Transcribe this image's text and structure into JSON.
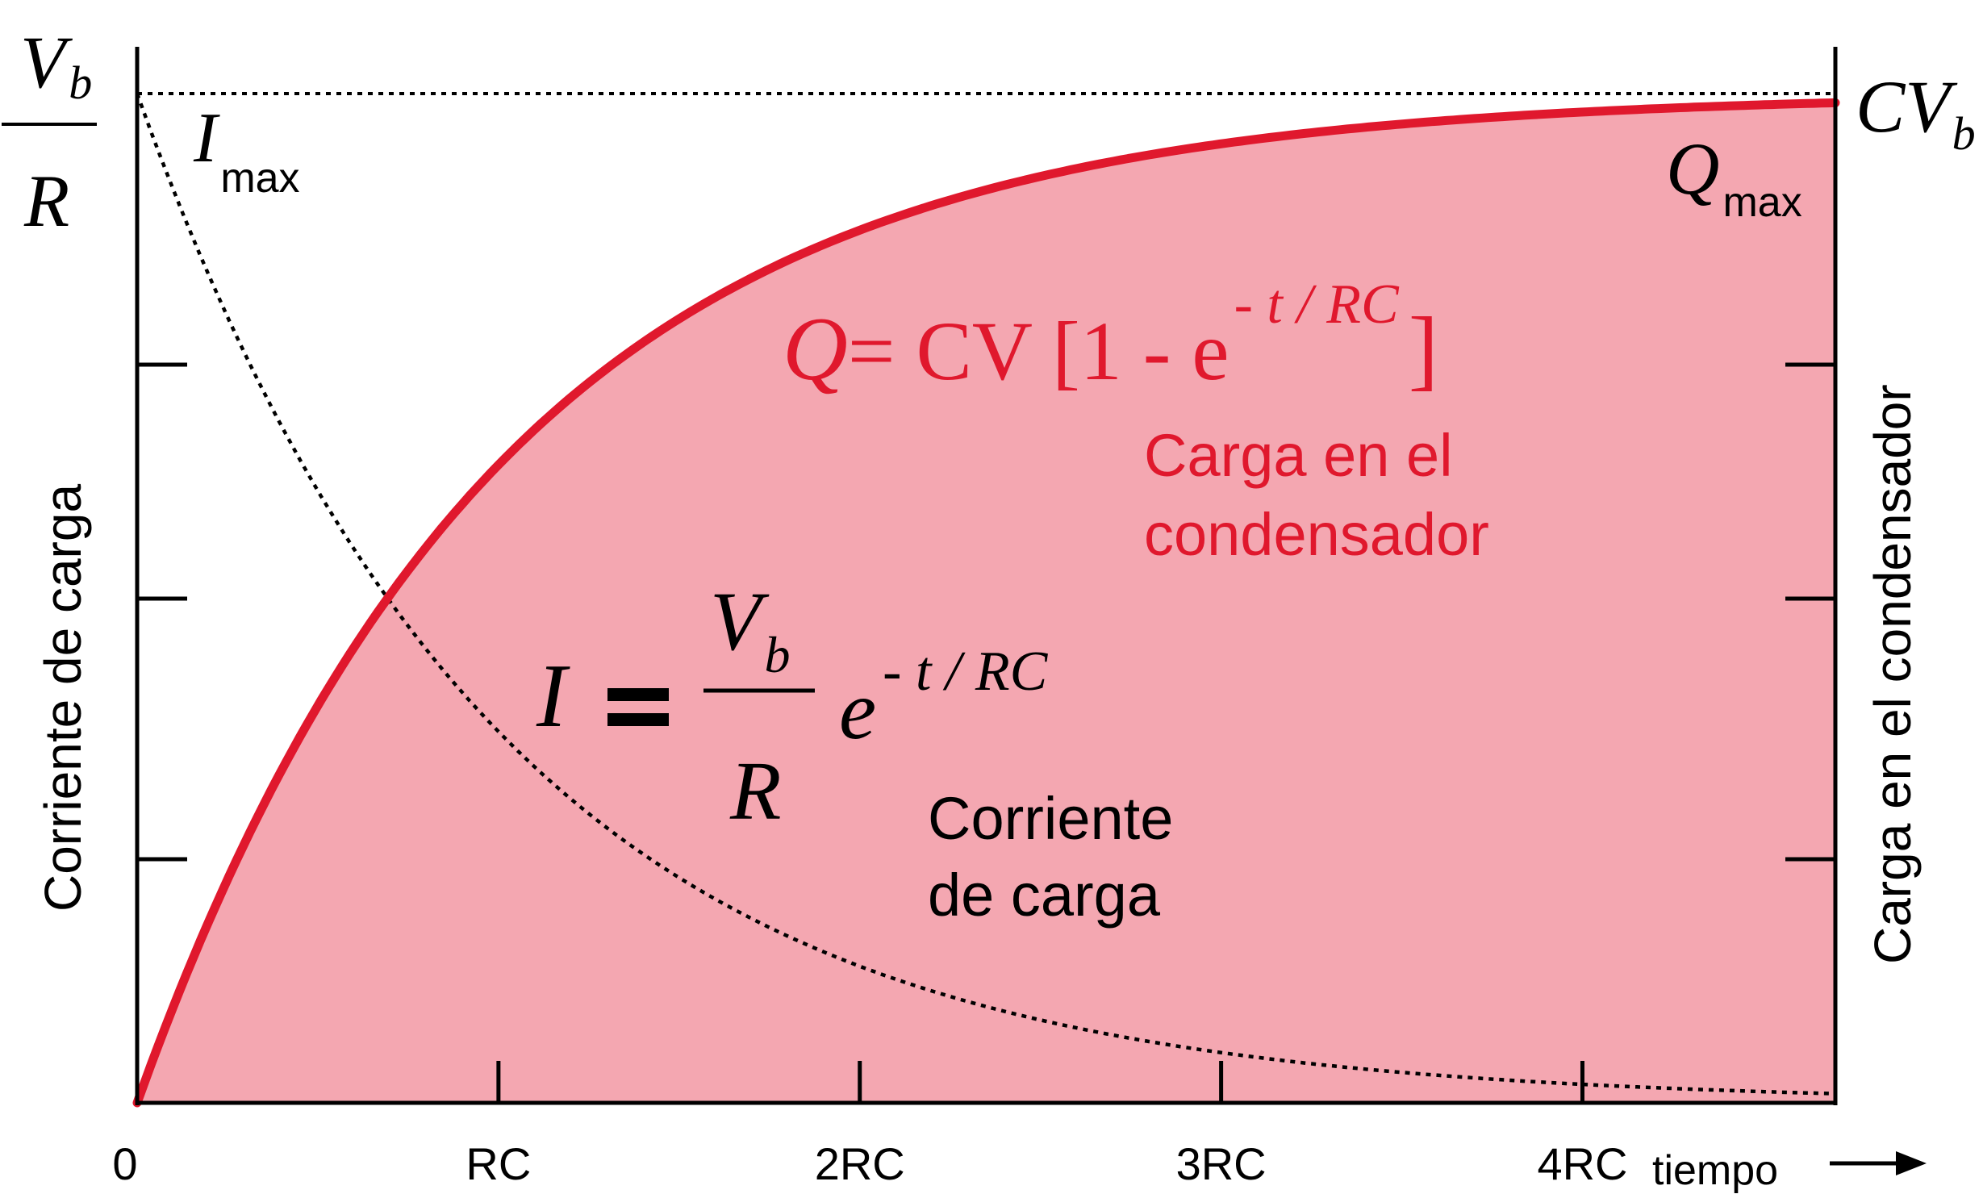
{
  "chart_data": {
    "type": "line",
    "x_ticks": [
      "0",
      "RC",
      "2RC",
      "3RC",
      "4RC"
    ],
    "x_tick_values": [
      0,
      1,
      2,
      3,
      4
    ],
    "xlabel": "tiempo",
    "xlim": [
      0,
      4.7
    ],
    "ylabel_left": "Corriente de carga",
    "ylabel_right": "Carga en el condensador",
    "left_axis_max_label": {
      "num": "V",
      "num_sub": "b",
      "den": "R"
    },
    "right_axis_max_label": {
      "main": "CV",
      "sub": "b"
    },
    "series": [
      {
        "name": "Carga en el condensador",
        "color": "#e0182d",
        "fill": "#f4a7b1",
        "style": "solid",
        "formula": "Q = CV [1 - e^(-t/RC)]",
        "x": [
          0,
          0.25,
          0.5,
          0.75,
          1,
          1.5,
          2,
          2.5,
          3,
          3.5,
          4,
          4.7
        ],
        "y": [
          0,
          0.221,
          0.393,
          0.528,
          0.632,
          0.777,
          0.865,
          0.918,
          0.95,
          0.97,
          0.982,
          0.991
        ]
      },
      {
        "name": "Corriente de carga",
        "color": "#000000",
        "style": "dotted",
        "formula": "I = (Vb/R) e^(-t/RC)",
        "x": [
          0,
          0.25,
          0.5,
          0.75,
          1,
          1.5,
          2,
          2.5,
          3,
          3.5,
          4,
          4.7
        ],
        "y": [
          1,
          0.779,
          0.607,
          0.472,
          0.368,
          0.223,
          0.135,
          0.082,
          0.05,
          0.03,
          0.018,
          0.009
        ]
      }
    ],
    "annotations": {
      "imax": {
        "main": "I",
        "sub": "max"
      },
      "qmax": {
        "main": "Q",
        "sub": "max"
      },
      "q_formula": {
        "lhs": "Q",
        "mid": "= CV [1 - e",
        "exp": "- t / RC",
        "rhs": "]"
      },
      "q_caption": [
        "Carga en el",
        "condensador"
      ],
      "i_formula": {
        "lhs": "I",
        "eq": "=",
        "num": "V",
        "num_sub": "b",
        "den": "R",
        "e": "e",
        "exp": "- t / RC"
      },
      "i_caption": [
        "Corriente",
        "de carga"
      ]
    },
    "grid": false
  }
}
